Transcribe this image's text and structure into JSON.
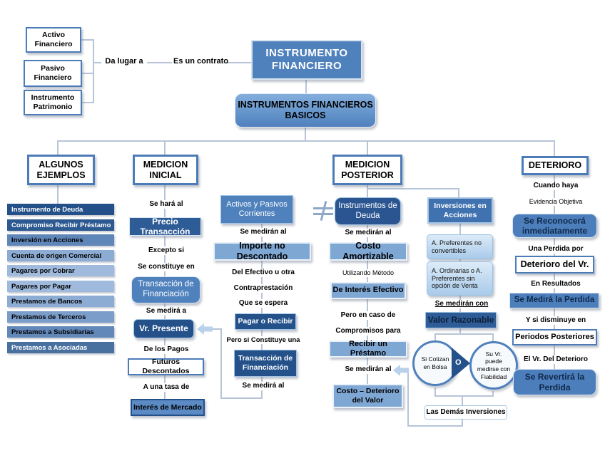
{
  "intro": {
    "sources": [
      "Activo Financiero",
      "Pasivo Financiero",
      "Instrumento Patrimonio"
    ],
    "da_lugar_label": "Da lugar a",
    "contrato_label": "Es un contrato",
    "main_title": "INSTRUMENTO FINANCIERO",
    "basicos_title": "INSTRUMENTOS FINANCIEROS BASICOS"
  },
  "ejemplos": {
    "title": "ALGUNOS EJEMPLOS",
    "items": [
      {
        "label": "Instrumento de Deuda",
        "bg": "#24508a",
        "fg": "#ffffff"
      },
      {
        "label": "Compromiso Recibir Préstamo",
        "bg": "#2d5991",
        "fg": "#ffffff"
      },
      {
        "label": "Inversión en Acciones",
        "bg": "#5f86b8",
        "fg": "#000000"
      },
      {
        "label": "Cuenta de origen Comercial",
        "bg": "#8cacd3",
        "fg": "#000000"
      },
      {
        "label": "Pagares por Cobrar",
        "bg": "#9fbadc",
        "fg": "#000000"
      },
      {
        "label": "Pagares por Pagar",
        "bg": "#9fbadc",
        "fg": "#000000"
      },
      {
        "label": "Prestamos de Bancos",
        "bg": "#8cacd3",
        "fg": "#000000"
      },
      {
        "label": "Prestamos de Terceros",
        "bg": "#7b9dca",
        "fg": "#000000"
      },
      {
        "label": "Prestamos a Subsidiarias",
        "bg": "#6288ba",
        "fg": "#000000"
      },
      {
        "label": "Prestamos a Asociadas",
        "bg": "#49719f",
        "fg": "#ffffff"
      }
    ]
  },
  "inicial": {
    "title": "MEDICION INICIAL",
    "se_hara_al": "Se hará al",
    "precio": "Precio Transacción",
    "excepto_si": "Excepto si",
    "se_constituye": "Se constituye en",
    "transaccion": "Transacción de Financiación",
    "se_medira_a": "Se medirá a",
    "vr_presente": "Vr. Presente",
    "de_los_pagos": "De los Pagos",
    "futuros": "Futuros Descontados",
    "a_una_tasa": "A una tasa de",
    "interes": "Interés de Mercado"
  },
  "corrientes": {
    "title": "Activos y Pasivos Corrientes",
    "se_mediran_al": "Se medirán al",
    "importe": "Importe no Descontado",
    "del_efectivo": "Del Efectivo u otra",
    "contraprestacion": "Contraprestación",
    "que_se_espera": "Que se espera",
    "pagar_recibir": "Pagar o Recibir",
    "pero_si": "Pero si Constituye una",
    "transaccion": "Transacción de Financiación",
    "se_medira_al": "Se medirá al"
  },
  "posterior": {
    "title": "MEDICION POSTERIOR",
    "instrumentos_deuda": "Instrumentos de Deuda",
    "se_mediran_al_1": "Se medirán al",
    "costo_amortizable": "Costo Amortizable",
    "utilizando": "Utilizando Método",
    "interes_efectivo": "De Interés Efectivo",
    "pero_en_caso": "Pero en caso de",
    "compromisos": "Compromisos para",
    "recibir_prestamo": "Recibir un Préstamo",
    "se_mediran_al_2": "Se medirán al",
    "costo_deterioro": "Costo – Deterioro del Valor"
  },
  "acciones": {
    "title": "Inversiones en Acciones",
    "preferentes": "A. Preferentes no convertibles",
    "ordinarias": "A. Ordinarias o A. Preferentes sin opción de Venta",
    "se_mediran_con": "Se medirán con",
    "valor_razonable": "Valor Razonable",
    "cotizan": "Si Cotizan en Bolsa",
    "or_label": "O",
    "fiabilidad": "Su Vr. puede medirse con Fiabilidad",
    "demas": "Las Demás Inversiones"
  },
  "deterioro": {
    "title": "DETERIORO",
    "cuando_haya": "Cuando haya",
    "evidencia": "Evidencia Objetiva",
    "reconocera": "Se Reconocerá inmediatamente",
    "una_perdida": "Una Perdida por",
    "deterioro_vr": "Deterioro del Vr.",
    "en_resultados": "En Resultados",
    "medira_perdida": "Se Medirá la Perdida",
    "y_si_disminuye": "Y si disminuye en",
    "periodos": "Periodos Posteriores",
    "el_vr": "El Vr. Del Deterioro",
    "revertira": "Se Revertirá la Perdida"
  },
  "colors": {
    "border_blue": "#4f81bd",
    "dark_navy": "#24518a",
    "medium_blue": "#4f81bd",
    "light_medium": "#7fa7d4",
    "light_box": "#bdd7ee",
    "connector": "#b7c4d8"
  }
}
